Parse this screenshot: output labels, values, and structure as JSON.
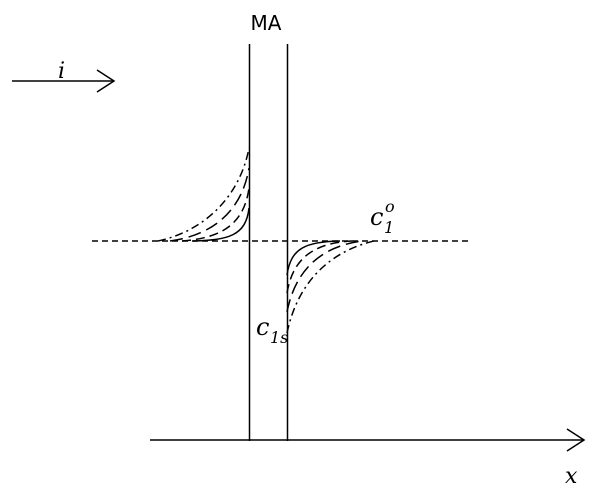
{
  "diagram": {
    "membrane_label": "MA",
    "current_label": "i",
    "axis_label": "x",
    "bulk_concentration": {
      "base": "c",
      "sub": "1",
      "sup": "o"
    },
    "surface_concentration": {
      "base": "c",
      "sub": "1s"
    }
  },
  "colors": {
    "line": "#000000",
    "background": "#ffffff"
  }
}
